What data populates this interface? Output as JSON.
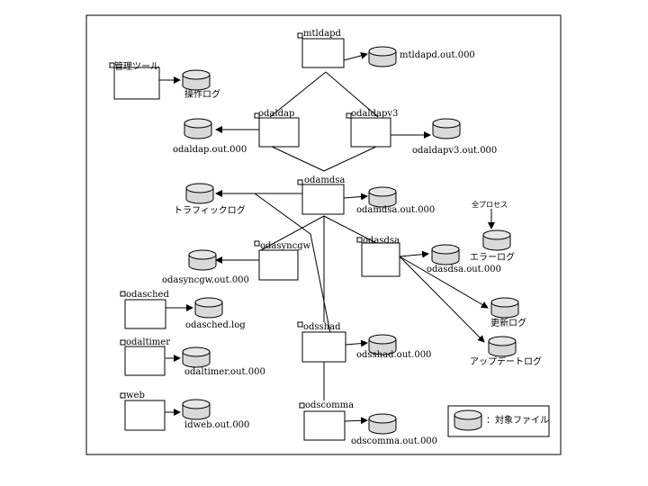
{
  "processes": {
    "mtldapd": "mtldapd",
    "kanri_tool": "管理ツール",
    "odaldap": "odaldap",
    "odaldapv3": "odaldapv3",
    "odamdsa": "odamdsa",
    "odasyncgw": "odasyncgw",
    "odasdsa": "odasdsa",
    "odasched": "odasched",
    "odaltimer": "odaltimer",
    "odsshad": "odsshad",
    "web": "web",
    "odscomma": "odscomma",
    "all_processes": "全プロセス"
  },
  "files": {
    "mtldapd_out": "mtldapd.out.000",
    "sousa_log": "操作ログ",
    "odaldap_out": "odaldap.out.000",
    "odaldapv3_out": "odaldapv3.out.000",
    "traffic_log": "トラフィックログ",
    "odamdsa_out": "odamdsa.out.000",
    "odasyncgw_out": "odasyncgw.out.000",
    "odasdsa_out": "odasdsa.out.000",
    "error_log": "エラーログ",
    "odasched_log": "odasched.log",
    "update_log": "更新ログ",
    "odaltimer_out": "odaltimer.out.000",
    "odsshad_out": "odsshad.out.000",
    "update_log2": "アップデートログ",
    "idweb_out": "idweb.out.000",
    "odscomma_out": "odscomma.out.000"
  },
  "legend": {
    "target_file": "：対象ファイル",
    "icon": "database-cylinder-icon"
  }
}
